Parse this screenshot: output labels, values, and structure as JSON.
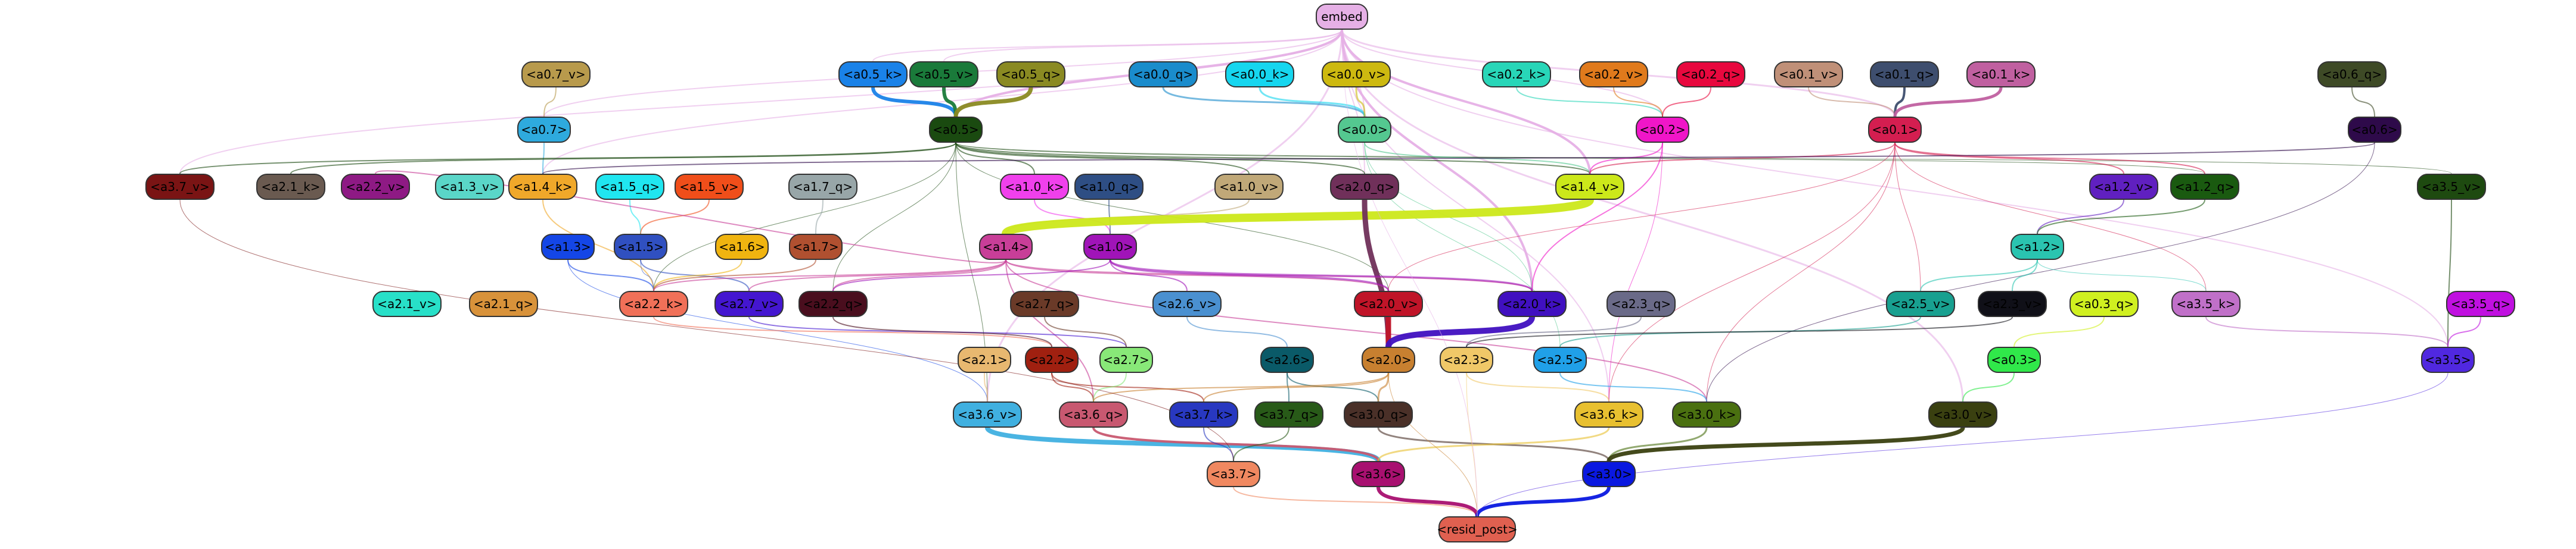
{
  "nodes": [
    {
      "id": "embed",
      "label": "embed",
      "color": "#e6b0e6",
      "text": "#000"
    },
    {
      "id": "a0_7_v",
      "label": "<a0.7_v>",
      "color": "#b89a4c",
      "text": "#000"
    },
    {
      "id": "a0_5_k",
      "label": "<a0.5_k>",
      "color": "#1a82e8",
      "text": "#000"
    },
    {
      "id": "a0_5_v",
      "label": "<a0.5_v>",
      "color": "#1a7a3a",
      "text": "#000"
    },
    {
      "id": "a0_5_q",
      "label": "<a0.5_q>",
      "color": "#8a8a22",
      "text": "#000"
    },
    {
      "id": "a0_0_q",
      "label": "<a0.0_q>",
      "color": "#1a8ccc",
      "text": "#000"
    },
    {
      "id": "a0_0_k",
      "label": "<a0.0_k>",
      "color": "#16d6ef",
      "text": "#000"
    },
    {
      "id": "a0_0_v",
      "label": "<a0.0_v>",
      "color": "#cdb910",
      "text": "#000"
    },
    {
      "id": "a0_2_k",
      "label": "<a0.2_k>",
      "color": "#28d6b8",
      "text": "#000"
    },
    {
      "id": "a0_2_v",
      "label": "<a0.2_v>",
      "color": "#e07a1c",
      "text": "#000"
    },
    {
      "id": "a0_2_q",
      "label": "<a0.2_q>",
      "color": "#e8083e",
      "text": "#000"
    },
    {
      "id": "a0_1_v",
      "label": "<a0.1_v>",
      "color": "#c09078",
      "text": "#000"
    },
    {
      "id": "a0_1_q",
      "label": "<a0.1_q>",
      "color": "#3e4e6e",
      "text": "#000"
    },
    {
      "id": "a0_1_k",
      "label": "<a0.1_k>",
      "color": "#c060a0",
      "text": "#000"
    },
    {
      "id": "a0_6_q",
      "label": "<a0.6_q>",
      "color": "#3e4a26",
      "text": "#000"
    },
    {
      "id": "a0_7",
      "label": "<a0.7>",
      "color": "#2eaade",
      "text": "#000"
    },
    {
      "id": "a0_5",
      "label": "<a0.5>",
      "color": "#1a4a10",
      "text": "#000"
    },
    {
      "id": "a0_0",
      "label": "<a0.0>",
      "color": "#54c890",
      "text": "#000"
    },
    {
      "id": "a0_2",
      "label": "<a0.2>",
      "color": "#f016c8",
      "text": "#000"
    },
    {
      "id": "a0_1",
      "label": "<a0.1>",
      "color": "#d41e50",
      "text": "#000"
    },
    {
      "id": "a0_6",
      "label": "<a0.6>",
      "color": "#2e0a4a",
      "text": "#000"
    },
    {
      "id": "a3_7_v",
      "label": "<a3.7_v>",
      "color": "#7a1414",
      "text": "#000"
    },
    {
      "id": "a2_1_k",
      "label": "<a2.1_k>",
      "color": "#6a5a50",
      "text": "#000"
    },
    {
      "id": "a2_2_v",
      "label": "<a2.2_v>",
      "color": "#8e1a84",
      "text": "#000"
    },
    {
      "id": "a1_3_v",
      "label": "<a1.3_v>",
      "color": "#5ad6c8",
      "text": "#000"
    },
    {
      "id": "a1_4_k",
      "label": "<a1.4_k>",
      "color": "#f0a82a",
      "text": "#000"
    },
    {
      "id": "a1_5_q",
      "label": "<a1.5_q>",
      "color": "#20e6f0",
      "text": "#000"
    },
    {
      "id": "a1_5_v",
      "label": "<a1.5_v>",
      "color": "#f04e1a",
      "text": "#000"
    },
    {
      "id": "a1_7_q",
      "label": "<a1.7_q>",
      "color": "#98a6a8",
      "text": "#000"
    },
    {
      "id": "a1_0_k",
      "label": "<a1.0_k>",
      "color": "#f040ec",
      "text": "#000"
    },
    {
      "id": "a1_0_q",
      "label": "<a1.0_q>",
      "color": "#2e4e84",
      "text": "#000"
    },
    {
      "id": "a1_0_v",
      "label": "<a1.0_v>",
      "color": "#c0a878",
      "text": "#000"
    },
    {
      "id": "a2_0_q",
      "label": "<a2.0_q>",
      "color": "#70305a",
      "text": "#000"
    },
    {
      "id": "a1_4_v",
      "label": "<a1.4_v>",
      "color": "#cce81a",
      "text": "#000"
    },
    {
      "id": "a1_2_v",
      "label": "<a1.2_v>",
      "color": "#6020c0",
      "text": "#000"
    },
    {
      "id": "a1_2_q",
      "label": "<a1.2_q>",
      "color": "#1a5a10",
      "text": "#000"
    },
    {
      "id": "a3_5_v",
      "label": "<a3.5_v>",
      "color": "#1e4a10",
      "text": "#000"
    },
    {
      "id": "a1_3",
      "label": "<a1.3>",
      "color": "#1446e6",
      "text": "#000"
    },
    {
      "id": "a1_5",
      "label": "<a1.5>",
      "color": "#3050c0",
      "text": "#000"
    },
    {
      "id": "a1_6",
      "label": "<a1.6>",
      "color": "#f0b410",
      "text": "#000"
    },
    {
      "id": "a1_7",
      "label": "<a1.7>",
      "color": "#b05030",
      "text": "#000"
    },
    {
      "id": "a1_4",
      "label": "<a1.4>",
      "color": "#c83e98",
      "text": "#000"
    },
    {
      "id": "a1_0",
      "label": "<a1.0>",
      "color": "#a014b8",
      "text": "#000"
    },
    {
      "id": "a1_2",
      "label": "<a1.2>",
      "color": "#2ac4b0",
      "text": "#000"
    },
    {
      "id": "a2_1_v",
      "label": "<a2.1_v>",
      "color": "#28e0c8",
      "text": "#000"
    },
    {
      "id": "a2_1_q",
      "label": "<a2.1_q>",
      "color": "#d8923a",
      "text": "#000"
    },
    {
      "id": "a2_2_k",
      "label": "<a2.2_k>",
      "color": "#f07058",
      "text": "#000"
    },
    {
      "id": "a2_7_v",
      "label": "<a2.7_v>",
      "color": "#4416d0",
      "text": "#000"
    },
    {
      "id": "a2_2_q",
      "label": "<a2.2_q>",
      "color": "#4a0e1e",
      "text": "#000"
    },
    {
      "id": "a2_7_q",
      "label": "<a2.7_q>",
      "color": "#6a3a28",
      "text": "#000"
    },
    {
      "id": "a2_6_v",
      "label": "<a2.6_v>",
      "color": "#4a90d0",
      "text": "#000"
    },
    {
      "id": "a2_0_v",
      "label": "<a2.0_v>",
      "color": "#c01428",
      "text": "#000"
    },
    {
      "id": "a2_0_k",
      "label": "<a2.0_k>",
      "color": "#4010c0",
      "text": "#000"
    },
    {
      "id": "a2_3_q",
      "label": "<a2.3_q>",
      "color": "#6a6a88",
      "text": "#000"
    },
    {
      "id": "a2_5_v",
      "label": "<a2.5_v>",
      "color": "#18a090",
      "text": "#000"
    },
    {
      "id": "a2_3_v",
      "label": "<a2.3_v>",
      "color": "#101018",
      "text": "#000"
    },
    {
      "id": "a0_3_q",
      "label": "<a0.3_q>",
      "color": "#d0f020",
      "text": "#000"
    },
    {
      "id": "a3_5_k",
      "label": "<a3.5_k>",
      "color": "#c070c8",
      "text": "#000"
    },
    {
      "id": "a3_5_q",
      "label": "<a3.5_q>",
      "color": "#c010e0",
      "text": "#000"
    },
    {
      "id": "a2_1",
      "label": "<a2.1>",
      "color": "#e8b870",
      "text": "#000"
    },
    {
      "id": "a2_2",
      "label": "<a2.2>",
      "color": "#a02010",
      "text": "#000"
    },
    {
      "id": "a2_7",
      "label": "<a2.7>",
      "color": "#88e878",
      "text": "#000"
    },
    {
      "id": "a2_6",
      "label": "<a2.6>",
      "color": "#0a5a68",
      "text": "#000"
    },
    {
      "id": "a2_0",
      "label": "<a2.0>",
      "color": "#c88030",
      "text": "#000"
    },
    {
      "id": "a2_3",
      "label": "<a2.3>",
      "color": "#f0c868",
      "text": "#000"
    },
    {
      "id": "a2_5",
      "label": "<a2.5>",
      "color": "#20a0e8",
      "text": "#000"
    },
    {
      "id": "a0_3",
      "label": "<a0.3>",
      "color": "#30e84a",
      "text": "#000"
    },
    {
      "id": "a3_5",
      "label": "<a3.5>",
      "color": "#5028e0",
      "text": "#000"
    },
    {
      "id": "a3_6_v",
      "label": "<a3.6_v>",
      "color": "#40b0e0",
      "text": "#000"
    },
    {
      "id": "a3_6_q",
      "label": "<a3.6_q>",
      "color": "#c85870",
      "text": "#000"
    },
    {
      "id": "a3_7_k",
      "label": "<a3.7_k>",
      "color": "#2838c0",
      "text": "#000"
    },
    {
      "id": "a3_7_q",
      "label": "<a3.7_q>",
      "color": "#285a18",
      "text": "#000"
    },
    {
      "id": "a3_0_q",
      "label": "<a3.0_q>",
      "color": "#4a3028",
      "text": "#000"
    },
    {
      "id": "a3_6_k",
      "label": "<a3.6_k>",
      "color": "#e8c030",
      "text": "#000"
    },
    {
      "id": "a3_0_k",
      "label": "<a3.0_k>",
      "color": "#4a7010",
      "text": "#000"
    },
    {
      "id": "a3_0_v",
      "label": "<a3.0_v>",
      "color": "#3a4010",
      "text": "#000"
    },
    {
      "id": "a3_7",
      "label": "<a3.7>",
      "color": "#f08860",
      "text": "#000"
    },
    {
      "id": "a3_6",
      "label": "<a3.6>",
      "color": "#a81070",
      "text": "#000"
    },
    {
      "id": "a3_0",
      "label": "<a3.0>",
      "color": "#0a18e0",
      "text": "#000"
    },
    {
      "id": "resid_post",
      "label": "<resid_post>",
      "color": "#e06050",
      "text": "#000"
    }
  ],
  "edges": [
    [
      "embed",
      "a0_5",
      "#e6b0e6",
      4
    ],
    [
      "embed",
      "a1_4_v",
      "#e6b0e6",
      4
    ],
    [
      "embed",
      "a2_0_k",
      "#e6b0e6",
      4
    ],
    [
      "embed",
      "a3_6_v",
      "#e6b0e6",
      3
    ],
    [
      "embed",
      "a3_0_v",
      "#e6b0e6",
      3
    ],
    [
      "embed",
      "a0_1",
      "#e6b0e6",
      3
    ],
    [
      "embed",
      "a0_2",
      "#e6b0e6",
      2
    ],
    [
      "embed",
      "a0_0",
      "#e6b0e6",
      2
    ],
    [
      "embed",
      "a0_7",
      "#e6b0e6",
      2
    ],
    [
      "embed",
      "a1_4_k",
      "#e6b0e6",
      2
    ],
    [
      "embed",
      "a3_5",
      "#e6b0e6",
      2
    ],
    [
      "embed",
      "a2_0_q",
      "#e6b0e6",
      2
    ],
    [
      "embed",
      "a3_7_v",
      "#e6b0e6",
      2
    ],
    [
      "embed",
      "a3_6_k",
      "#e6b0e6",
      2
    ],
    [
      "embed",
      "a0_5_k",
      "#e6b0e6",
      2
    ],
    [
      "embed",
      "a0_5_v",
      "#e6b0e6",
      2
    ],
    [
      "a0_5_k",
      "a0_5",
      "#1a82e8",
      6
    ],
    [
      "a0_5_v",
      "a0_5",
      "#1a7a3a",
      6
    ],
    [
      "a0_5_q",
      "a0_5",
      "#8a8a22",
      7
    ],
    [
      "a0_0_q",
      "a0_0",
      "#1a8ccc",
      3
    ],
    [
      "a0_0_k",
      "a0_0",
      "#16d6ef",
      3
    ],
    [
      "a0_0_v",
      "a0_0",
      "#cdb910",
      3
    ],
    [
      "a0_2_k",
      "a0_2",
      "#28d6b8",
      2
    ],
    [
      "a0_2_v",
      "a0_2",
      "#e07a1c",
      2
    ],
    [
      "a0_2_q",
      "a0_2",
      "#e8083e",
      2
    ],
    [
      "a0_1_v",
      "a0_1",
      "#c09078",
      2
    ],
    [
      "a0_1_q",
      "a0_1",
      "#3e4e6e",
      4
    ],
    [
      "a0_1_k",
      "a0_1",
      "#c060a0",
      5
    ],
    [
      "a0_6_q",
      "a0_6",
      "#3e4a26",
      2
    ],
    [
      "a0_7_v",
      "a0_7",
      "#b89a4c",
      2
    ],
    [
      "a0_7",
      "a1_4_k",
      "#2eaade",
      2
    ],
    [
      "a0_5",
      "a3_7_v",
      "#1a4a10",
      2
    ],
    [
      "a0_5",
      "a2_1_k",
      "#1a4a10",
      2
    ],
    [
      "a0_5",
      "a1_0_k",
      "#1a4a10",
      2
    ],
    [
      "a0_5",
      "a1_0_v",
      "#1a4a10",
      2
    ],
    [
      "a0_5",
      "a2_0_q",
      "#1a4a10",
      2
    ],
    [
      "a0_5",
      "a1_4_v",
      "#1a4a10",
      2
    ],
    [
      "a0_5",
      "a1_2_q",
      "#1a4a10",
      1
    ],
    [
      "a0_5",
      "a3_5_v",
      "#1a4a10",
      1
    ],
    [
      "a0_5",
      "a2_2_k",
      "#1a4a10",
      1
    ],
    [
      "a0_5",
      "a2_0_v",
      "#1a4a10",
      1
    ],
    [
      "a0_5",
      "a3_6_v",
      "#1a4a10",
      1
    ],
    [
      "a0_5",
      "a2_2_q",
      "#1a4a10",
      1
    ],
    [
      "a0_0",
      "a1_4_v",
      "#54c890",
      2
    ],
    [
      "a0_0",
      "a2_0_k",
      "#54c890",
      1
    ],
    [
      "a0_0",
      "a2_5",
      "#54c890",
      1
    ],
    [
      "a0_2",
      "a1_4_v",
      "#f016c8",
      2
    ],
    [
      "a0_2",
      "a2_0_k",
      "#f016c8",
      2
    ],
    [
      "a0_2",
      "a3_6_k",
      "#f016c8",
      1
    ],
    [
      "a0_1",
      "a1_4_v",
      "#d41e50",
      2
    ],
    [
      "a0_1",
      "a1_2_v",
      "#d41e50",
      2
    ],
    [
      "a0_1",
      "a1_2_q",
      "#d41e50",
      2
    ],
    [
      "a0_1",
      "a2_5_v",
      "#d41e50",
      1
    ],
    [
      "a0_1",
      "a2_0_v",
      "#d41e50",
      1
    ],
    [
      "a0_1",
      "a3_0_k",
      "#d41e50",
      1
    ],
    [
      "a0_1",
      "a3_6_k",
      "#d41e50",
      1
    ],
    [
      "a0_1",
      "a3_5_k",
      "#d41e50",
      1
    ],
    [
      "a0_6",
      "a1_4_k",
      "#2e0a4a",
      2
    ],
    [
      "a0_6",
      "a3_0_k",
      "#2e0a4a",
      1
    ],
    [
      "a1_4_k",
      "a2_2_k",
      "#f0a82a",
      2
    ],
    [
      "a1_5_q",
      "a1_5",
      "#20e6f0",
      2
    ],
    [
      "a1_5_v",
      "a1_5",
      "#f04e1a",
      2
    ],
    [
      "a1_7_q",
      "a1_7",
      "#98a6a8",
      2
    ],
    [
      "a1_0_k",
      "a1_0",
      "#f040ec",
      2
    ],
    [
      "a1_0_q",
      "a1_0",
      "#2e4e84",
      2
    ],
    [
      "a1_0_v",
      "a1_4",
      "#c0a878",
      2
    ],
    [
      "a1_4_v",
      "a1_4",
      "#cce81a",
      14
    ],
    [
      "a2_0_q",
      "a2_0",
      "#70305a",
      9
    ],
    [
      "a1_2_v",
      "a1_2",
      "#6020c0",
      2
    ],
    [
      "a1_2_q",
      "a1_2",
      "#1a5a10",
      2
    ],
    [
      "a3_5_v",
      "a3_5",
      "#1e4a10",
      2
    ],
    [
      "a1_3",
      "a2_2_k",
      "#1446e6",
      2
    ],
    [
      "a1_3",
      "a3_6_v",
      "#1446e6",
      1
    ],
    [
      "a1_5",
      "a2_7_v",
      "#3050c0",
      2
    ],
    [
      "a1_5",
      "a2_2_k",
      "#3050c0",
      1
    ],
    [
      "a1_6",
      "a2_2_k",
      "#f0b410",
      2
    ],
    [
      "a1_7",
      "a2_2_k",
      "#b05030",
      2
    ],
    [
      "a1_4",
      "a2_2_v",
      "#c83e98",
      2
    ],
    [
      "a1_4",
      "a2_2_k",
      "#c83e98",
      2
    ],
    [
      "a1_4",
      "a2_7_v",
      "#c83e98",
      2
    ],
    [
      "a1_4",
      "a2_2_q",
      "#c83e98",
      2
    ],
    [
      "a1_4",
      "a2_0_v",
      "#c83e98",
      2
    ],
    [
      "a1_4",
      "a2_0_k",
      "#c83e98",
      2
    ],
    [
      "a1_4",
      "a3_6_q",
      "#c83e98",
      2
    ],
    [
      "a1_4",
      "a3_0_k",
      "#c83e98",
      2
    ],
    [
      "a1_0",
      "a2_0_v",
      "#a014b8",
      3
    ],
    [
      "a1_0",
      "a2_0_k",
      "#a014b8",
      3
    ],
    [
      "a1_0",
      "a2_2_q",
      "#a014b8",
      2
    ],
    [
      "a1_0",
      "a2_6_v",
      "#a014b8",
      2
    ],
    [
      "a1_2",
      "a2_5_v",
      "#2ac4b0",
      2
    ],
    [
      "a1_2",
      "a2_3_v",
      "#2ac4b0",
      2
    ],
    [
      "a1_2",
      "a3_5_k",
      "#2ac4b0",
      1
    ],
    [
      "a2_2_k",
      "a2_2",
      "#f07058",
      2
    ],
    [
      "a2_7_v",
      "a2_7",
      "#4416d0",
      2
    ],
    [
      "a2_2_q",
      "a2_2",
      "#4a0e1e",
      2
    ],
    [
      "a2_7_q",
      "a2_7",
      "#6a3a28",
      2
    ],
    [
      "a2_6_v",
      "a2_6",
      "#4a90d0",
      2
    ],
    [
      "a2_0_v",
      "a2_0",
      "#c01428",
      9
    ],
    [
      "a2_0_k",
      "a2_0",
      "#4010c0",
      10
    ],
    [
      "a2_3_q",
      "a2_3",
      "#6a6a88",
      2
    ],
    [
      "a2_5_v",
      "a2_5",
      "#18a090",
      2
    ],
    [
      "a2_3_v",
      "a2_3",
      "#101018",
      2
    ],
    [
      "a0_3_q",
      "a0_3",
      "#d0f020",
      2
    ],
    [
      "a3_5_k",
      "a3_5",
      "#c070c8",
      2
    ],
    [
      "a3_5_q",
      "a3_5",
      "#c010e0",
      2
    ],
    [
      "a2_1",
      "a3_6_v",
      "#e8b870",
      2
    ],
    [
      "a2_2",
      "a3_6_q",
      "#a02010",
      2
    ],
    [
      "a2_2",
      "a3_7_k",
      "#a02010",
      2
    ],
    [
      "a2_7",
      "a3_6_q",
      "#88e878",
      2
    ],
    [
      "a2_6",
      "a3_7_q",
      "#0a5a68",
      2
    ],
    [
      "a2_6",
      "a3_0_q",
      "#0a5a68",
      2
    ],
    [
      "a2_0",
      "a3_6_q",
      "#c88030",
      2
    ],
    [
      "a2_0",
      "a3_0_q",
      "#c88030",
      3
    ],
    [
      "a2_0",
      "a3_7_k",
      "#c88030",
      2
    ],
    [
      "a2_3",
      "a3_6_k",
      "#f0c868",
      2
    ],
    [
      "a2_5",
      "a3_0_k",
      "#20a0e8",
      2
    ],
    [
      "a0_3",
      "a3_0_v",
      "#30e84a",
      2
    ],
    [
      "a3_6_v",
      "a3_6",
      "#40b0e0",
      8
    ],
    [
      "a3_6_q",
      "a3_6",
      "#c85870",
      4
    ],
    [
      "a3_7_k",
      "a3_7",
      "#2838c0",
      2
    ],
    [
      "a3_7_q",
      "a3_7",
      "#285a18",
      2
    ],
    [
      "a3_0_q",
      "a3_0",
      "#4a3028",
      3
    ],
    [
      "a3_6_k",
      "a3_6",
      "#e8c030",
      3
    ],
    [
      "a3_0_k",
      "a3_0",
      "#4a7010",
      3
    ],
    [
      "a3_0_v",
      "a3_0",
      "#3a4010",
      7
    ],
    [
      "a3_7_v",
      "a3_7",
      "#7a1414",
      1
    ],
    [
      "a3_7",
      "resid_post",
      "#f08860",
      2
    ],
    [
      "a3_6",
      "resid_post",
      "#a81070",
      6
    ],
    [
      "a3_0",
      "resid_post",
      "#0a18e0",
      6
    ],
    [
      "a3_5",
      "resid_post",
      "#5028e0",
      1
    ],
    [
      "a2_0",
      "resid_post",
      "#c88030",
      1
    ],
    [
      "a2_3",
      "resid_post",
      "#f0c868",
      1
    ],
    [
      "embed",
      "resid_post",
      "#e6b0e6",
      1
    ]
  ]
}
